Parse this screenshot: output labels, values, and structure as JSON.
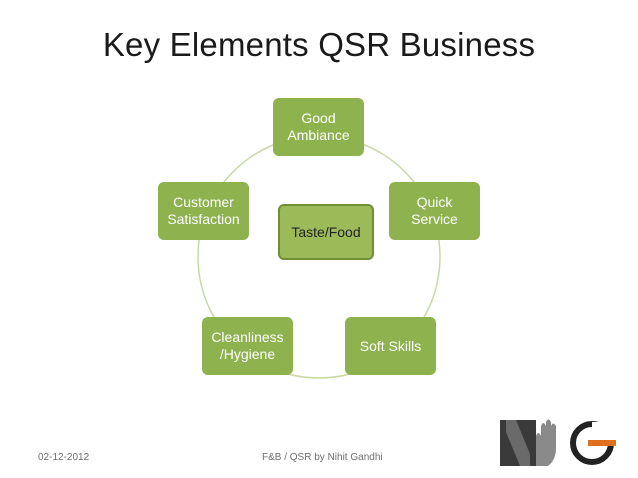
{
  "slide": {
    "title": "Key Elements QSR Business",
    "center": "Taste/Food",
    "nodes": [
      {
        "label": "Good\nAmbiance"
      },
      {
        "label": "Quick\nService"
      },
      {
        "label": "Soft Skills"
      },
      {
        "label": "Cleanliness\n/Hygiene"
      },
      {
        "label": "Customer\nSatisfaction"
      }
    ],
    "footer": {
      "date": "02-12-2012",
      "credit": "F&B / QSR by Nihit Gandhi"
    },
    "colors": {
      "node": "#8db24e",
      "ring": "#c8d9a8"
    },
    "logo_icon": "ng-monogram-logo"
  }
}
